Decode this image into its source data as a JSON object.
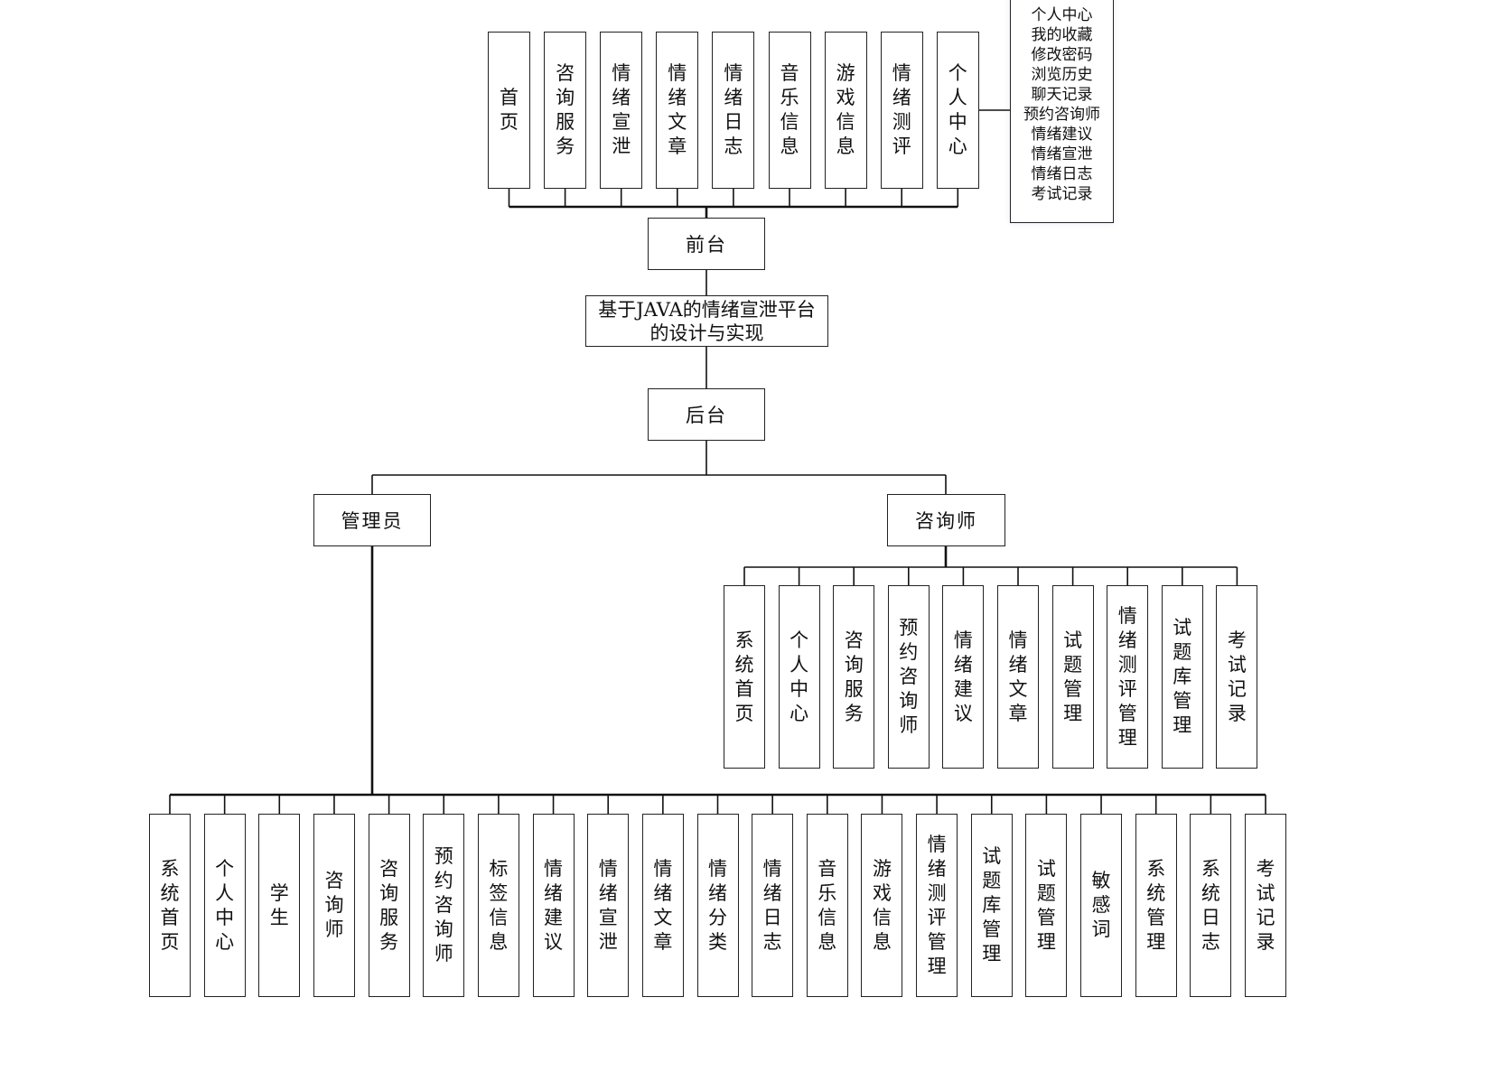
{
  "diagram": {
    "root": "基于JAVA的情绪宣泄平台的设计与实现",
    "root_lines": [
      "基于JAVA的情绪宣泄平台",
      "的设计与实现"
    ],
    "frontend": {
      "label": "前台",
      "modules": [
        "首页",
        "咨询服务",
        "情绪宣泄",
        "情绪文章",
        "情绪日志",
        "音乐信息",
        "游戏信息",
        "情绪测评",
        "个人中心"
      ],
      "personal_center_items": [
        "个人中心",
        "我的收藏",
        "修改密码",
        "浏览历史",
        "聊天记录",
        "预约咨询师",
        "情绪建议",
        "情绪宣泄",
        "情绪日志",
        "考试记录"
      ]
    },
    "backend": {
      "label": "后台",
      "roles": [
        {
          "label": "管理员",
          "modules": [
            "系统首页",
            "个人中心",
            "学生",
            "咨询师",
            "咨询服务",
            "预约咨询师",
            "标签信息",
            "情绪建议",
            "情绪宣泄",
            "情绪文章",
            "情绪分类",
            "情绪日志",
            "音乐信息",
            "游戏信息",
            "情绪测评管理",
            "试题库管理",
            "试题管理",
            "敏感词",
            "系统管理",
            "系统日志",
            "考试记录"
          ]
        },
        {
          "label": "咨询师",
          "modules": [
            "系统首页",
            "个人中心",
            "咨询服务",
            "预约咨询师",
            "情绪建议",
            "情绪文章",
            "试题管理",
            "情绪测评管理",
            "试题库管理",
            "考试记录"
          ]
        }
      ]
    }
  }
}
